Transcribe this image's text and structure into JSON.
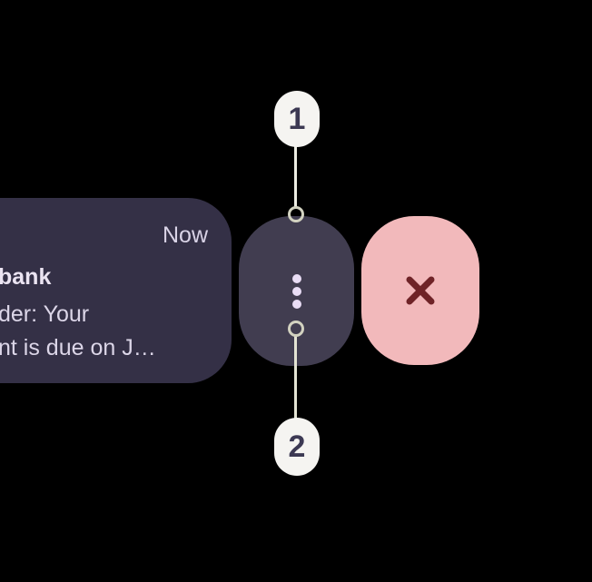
{
  "notification": {
    "timestamp": "Now",
    "title_fragment": "bank",
    "body_line1": "der: Your",
    "body_line2": "nt is due on J…"
  },
  "actions": {
    "more_options_icon": "vertical-ellipsis-icon",
    "dismiss_icon": "close-x-icon"
  },
  "callouts": [
    {
      "label": "1",
      "target": "more-options-button"
    },
    {
      "label": "2",
      "target": "more-options-button"
    }
  ],
  "colors": {
    "screen_bg": "#000000",
    "card_bg": "#343046",
    "title_text": "#EBE4F2",
    "body_text": "#DCD6E8",
    "muted_text": "#D9D3E6",
    "more_pill_bg": "#413D50",
    "dot_color": "#E9DDF5",
    "dismiss_pill_bg": "#F2B9BB",
    "dismiss_glyph": "#6F2327",
    "badge_bg": "#F5F4F1",
    "badge_text": "#3C3953",
    "ring_color": "#D2D2C0",
    "connector_line": "#EDEDE3",
    "connector_line2": "#E4E4D4"
  }
}
